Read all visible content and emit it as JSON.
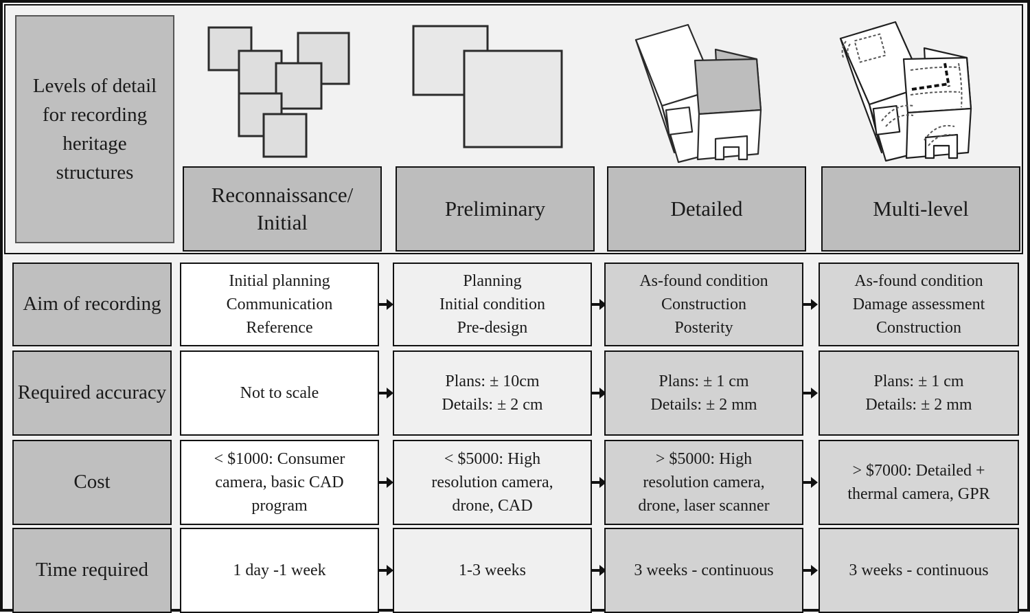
{
  "title": "Levels of detail for recording heritage structures",
  "columns": [
    {
      "key": "reconnaissance",
      "label": "Reconnaissance/\nInitial",
      "icon": "overlapping-squares-icon"
    },
    {
      "key": "preliminary",
      "label": "Preliminary",
      "icon": "two-large-squares-icon"
    },
    {
      "key": "detailed",
      "label": "Detailed",
      "icon": "isometric-building-icon"
    },
    {
      "key": "multilevel",
      "label": "Multi-level",
      "icon": "isometric-building-annotated-icon"
    }
  ],
  "rows": [
    {
      "key": "aim",
      "label": "Aim of recording",
      "cells": [
        [
          "Initial planning",
          "Communication",
          "Reference"
        ],
        [
          "Planning",
          "Initial condition",
          "Pre-design"
        ],
        [
          "As-found condition",
          "Construction",
          "Posterity"
        ],
        [
          "As-found condition",
          "Damage assessment",
          "Construction"
        ]
      ]
    },
    {
      "key": "accuracy",
      "label": "Required accuracy",
      "cells": [
        [
          "Not to scale"
        ],
        [
          "Plans: ± 10cm",
          "Details: ± 2 cm"
        ],
        [
          "Plans: ± 1 cm",
          "Details: ± 2 mm"
        ],
        [
          "Plans: ± 1 cm",
          "Details: ± 2 mm"
        ]
      ]
    },
    {
      "key": "cost",
      "label": "Cost",
      "cells": [
        [
          "< $1000: Consumer",
          "camera, basic CAD",
          "program"
        ],
        [
          "< $5000: High",
          "resolution camera,",
          "drone, CAD"
        ],
        [
          "> $5000: High",
          "resolution camera,",
          "drone, laser scanner"
        ],
        [
          "> $7000: Detailed +",
          "thermal camera, GPR"
        ]
      ]
    },
    {
      "key": "time",
      "label": "Time required",
      "cells": [
        [
          "1 day -1  week"
        ],
        [
          "1-3 weeks"
        ],
        [
          "3 weeks - continuous"
        ],
        [
          "3 weeks - continuous"
        ]
      ]
    }
  ],
  "arrow_icon": "right-arrow-icon",
  "colors": {
    "page_background": "#f2f2f2",
    "header_fill": "#bdbdbd",
    "label_fill": "#bfbfbf",
    "col1_fill": "#ffffff",
    "col2_fill": "#f0f0f0",
    "col3_fill": "#d2d2d2",
    "col4_fill": "#d6d6d6",
    "stroke": "#111111"
  }
}
